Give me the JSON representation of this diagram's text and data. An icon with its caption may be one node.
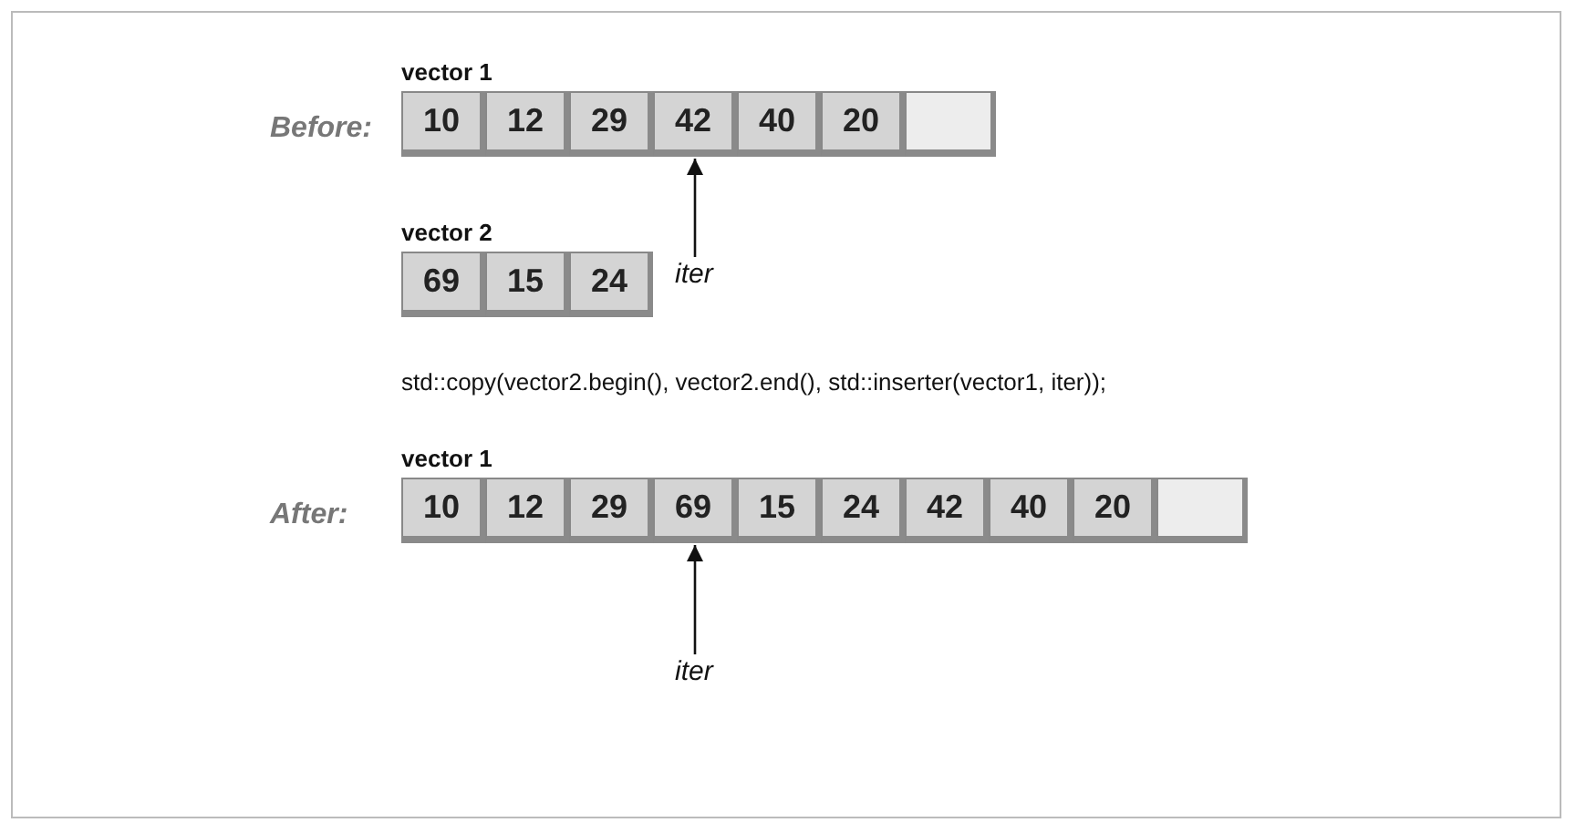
{
  "diagram": {
    "nodes": [
      {
        "text": [
          "vector 1"
        ]
      },
      {
        "text": [
          "10"
        ],
        "in": 0
      },
      {
        "text": [
          "12"
        ],
        "in": 0
      },
      {
        "text": [
          "29"
        ],
        "in": 0
      },
      {
        "text": [
          "42"
        ],
        "in": 0
      },
      {
        "text": [
          "40"
        ],
        "in": 0
      },
      {
        "text": [
          "20"
        ],
        "in": 0
      },
      {
        "text": [],
        "shape": "box",
        "in": 0
      },
      {
        "text": [
          "iter"
        ]
      },
      {
        "text": [
          "vector 2"
        ]
      },
      {
        "text": [
          "69"
        ],
        "in": 9
      },
      {
        "text": [
          "15"
        ],
        "in": 9
      },
      {
        "text": [
          "24"
        ],
        "in": 9
      },
      {
        "text": [
          "vector 1"
        ]
      },
      {
        "text": [
          "10"
        ],
        "in": 13
      },
      {
        "text": [
          "12"
        ],
        "in": 13
      },
      {
        "text": [
          "29"
        ],
        "in": 13
      },
      {
        "text": [
          "69"
        ],
        "in": 13
      },
      {
        "text": [
          "15"
        ],
        "in": 13
      },
      {
        "text": [
          "24"
        ],
        "in": 13
      },
      {
        "text": [
          "42"
        ],
        "in": 13
      },
      {
        "text": [
          "40"
        ],
        "in": 13
      },
      {
        "text": [
          "20"
        ],
        "in": 13
      },
      {
        "text": [],
        "shape": "box",
        "in": 13
      },
      {
        "text": [
          "iter"
        ]
      }
    ],
    "edges": [
      {
        "from": 8,
        "to": 4,
        "arrow": "to"
      },
      {
        "from": 24,
        "to": 17,
        "arrow": "to"
      }
    ],
    "labels": [
      "Before:",
      "std::copy(vector2.begin(), vector2.end(), std::inserter(vector1, iter));",
      "After:"
    ]
  }
}
